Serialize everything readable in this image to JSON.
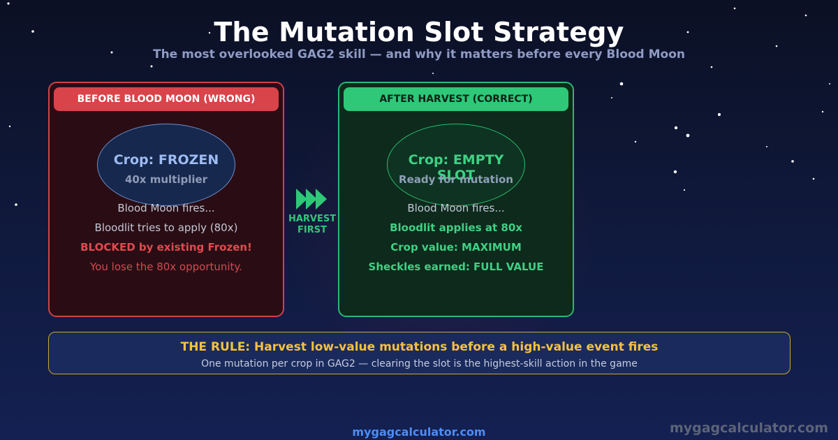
{
  "header": {
    "title": "The Mutation Slot Strategy",
    "subtitle": "The most overlooked GAG2 skill — and why it matters before every Blood Moon"
  },
  "panels": {
    "wrong": {
      "header": "BEFORE BLOOD MOON (WRONG)",
      "crop_title": "Crop: FROZEN",
      "crop_sub": "40x multiplier",
      "lines": [
        "Blood Moon fires...",
        "Bloodlit tries to apply (80x)",
        "BLOCKED by existing Frozen!",
        "You lose the 80x opportunity."
      ]
    },
    "right": {
      "header": "AFTER HARVEST (CORRECT)",
      "crop_title": "Crop: EMPTY SLOT",
      "crop_sub": "Ready for mutation",
      "lines": [
        "Blood Moon fires...",
        "Bloodlit applies at 80x",
        "Crop value: MAXIMUM",
        "Sheckles earned: FULL VALUE"
      ]
    }
  },
  "arrow": {
    "icon": "triple-arrow-right-icon",
    "label_line1": "HARVEST",
    "label_line2": "FIRST"
  },
  "rule": {
    "title": "THE RULE: Harvest low-value mutations before a high-value event fires",
    "subtitle": "One mutation per crop in GAG2 — clearing the slot is the highest-skill action in the game"
  },
  "footer": {
    "link": "mygagcalculator.com",
    "watermark": "mygagcalculator.com"
  },
  "colors": {
    "wrong_accent": "#d9434a",
    "right_accent": "#2ec878",
    "rule_accent": "#f6c23e",
    "link": "#4d8df5"
  }
}
